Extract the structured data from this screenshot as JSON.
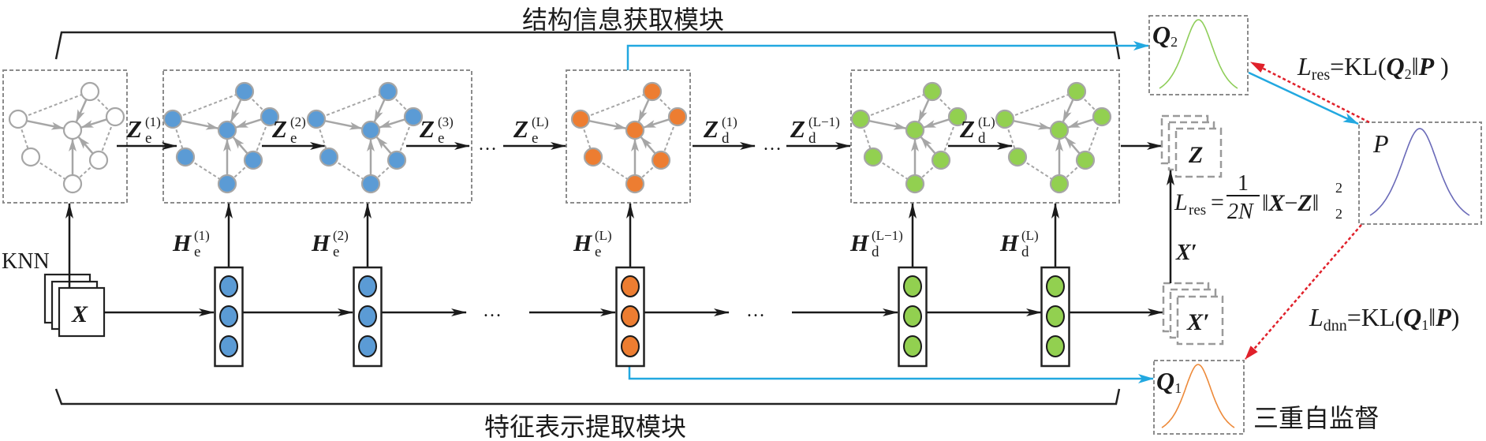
{
  "titles": {
    "structure_module": "结构信息获取模块",
    "feature_module": "特征表示提取模块",
    "triple_self_supervision": "三重自监督"
  },
  "colors": {
    "input_node": "#ffffff",
    "encoder_node": "#5B9BD5",
    "bottleneck_node": "#ED7D31",
    "decoder_node": "#92D050",
    "flow_arrow": "#22A8E0",
    "kl_arrow": "#E0202A",
    "q2_curve": "#8FCE5A",
    "p_curve": "#6A6AB8",
    "q1_curve": "#ED8A3A"
  },
  "input": {
    "knn_label": "KNN",
    "x_label": "X"
  },
  "graphs": [
    "input",
    "encoder",
    "encoder",
    "bottleneck",
    "decoder",
    "decoder"
  ],
  "dnn_layers": [
    "encoder",
    "encoder",
    "bottleneck",
    "decoder",
    "decoder"
  ],
  "graph_flow": [
    {
      "main": "Z",
      "sub": "e",
      "sup": "(1)"
    },
    {
      "main": "Z",
      "sub": "e",
      "sup": "(2)"
    },
    {
      "main": "Z",
      "sub": "e",
      "sup": "(3)"
    },
    {
      "main": "Z",
      "sub": "e",
      "sup": "(L)"
    },
    {
      "main": "Z",
      "sub": "d",
      "sup": "(1)"
    },
    {
      "main": "Z",
      "sub": "d",
      "sup": "(L−1)"
    },
    {
      "main": "Z",
      "sub": "d",
      "sup": "(L)"
    }
  ],
  "dnn_flow": [
    {
      "main": "H",
      "sub": "e",
      "sup": "(1)"
    },
    {
      "main": "H",
      "sub": "e",
      "sup": "(2)"
    },
    {
      "main": "H",
      "sub": "e",
      "sup": "(L)"
    },
    {
      "main": "H",
      "sub": "d",
      "sup": "(L−1)"
    },
    {
      "main": "H",
      "sub": "d",
      "sup": "(L)"
    }
  ],
  "ellipsis": "…",
  "outputs": {
    "z": "Z",
    "x_prime": "X′",
    "x_prime_edge": "X′"
  },
  "losses": {
    "recon": {
      "L": "L",
      "sub": "res",
      "eq": "=",
      "num": "1",
      "den": "2N",
      "norm_open": "‖",
      "X": "X",
      "minus": "−",
      "Z": "Z",
      "norm_close": "‖",
      "sup": "2",
      "sub2": "2"
    },
    "kl_q2": {
      "L": "L",
      "sub": "res",
      "eq": "=",
      "kl": "KL(",
      "Q": "Q",
      "qsub": "2",
      "sep": "‖",
      "P": "P",
      "close": " )"
    },
    "kl_q1": {
      "L": "L",
      "sub": "dnn",
      "eq": "=",
      "kl": "KL(",
      "Q": "Q",
      "qsub": "1",
      "sep": "‖",
      "P": "P",
      "close": ")"
    }
  },
  "distributions": {
    "q2": {
      "main": "Q",
      "sub": "2"
    },
    "q1": {
      "main": "Q",
      "sub": "1"
    },
    "p": {
      "main": "P"
    }
  }
}
